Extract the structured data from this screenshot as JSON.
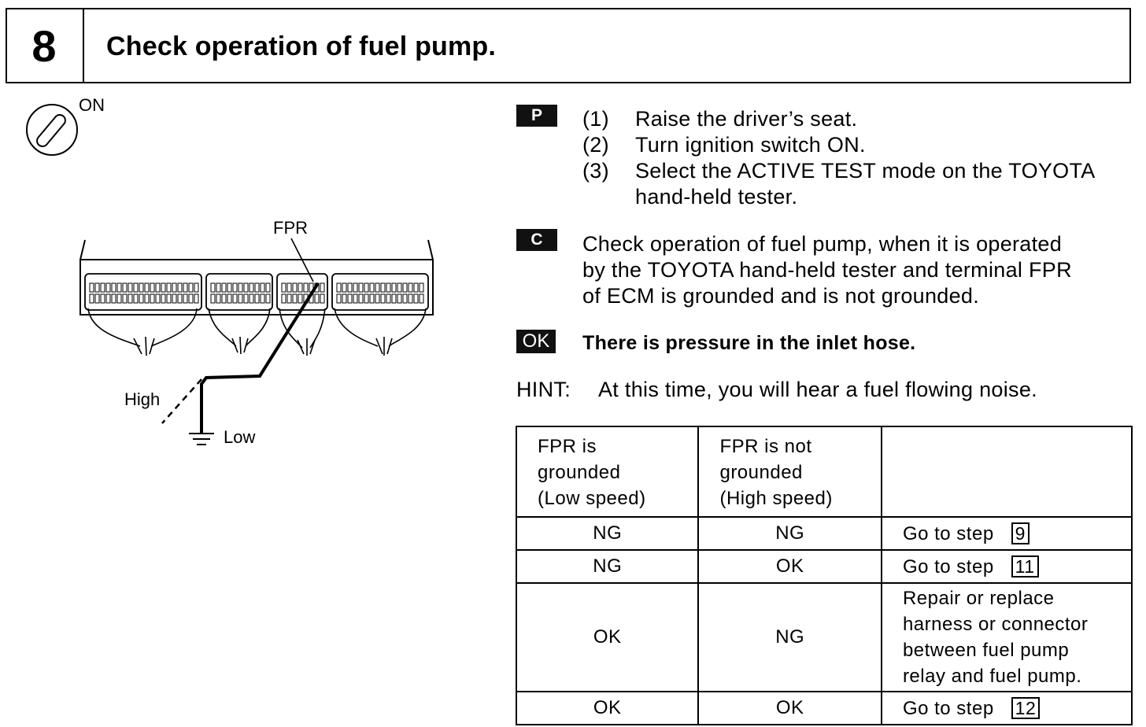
{
  "header": {
    "step_number": "8",
    "title": "Check operation of fuel pump."
  },
  "diagram": {
    "ignition_label": "ON",
    "fpr_label": "FPR",
    "high_label": "High",
    "low_label": "Low"
  },
  "instructions": {
    "p_tag": "P",
    "steps": [
      {
        "num": "(1)",
        "text": "Raise the driver’s seat."
      },
      {
        "num": "(2)",
        "text": "Turn ignition switch ON."
      },
      {
        "num": "(3)",
        "text": "Select the ACTIVE TEST mode on the TOYOTA"
      },
      {
        "num": "",
        "text": "hand-held tester."
      }
    ],
    "c_tag": "C",
    "check_lines": [
      "Check operation of fuel pump, when it is operated",
      "by the TOYOTA hand-held tester and terminal FPR",
      "of ECM is grounded and is not grounded."
    ],
    "ok_tag": "OK",
    "ok_text": "There is pressure in the inlet hose.",
    "hint_label": "HINT:",
    "hint_text": "At this time, you will hear a fuel flowing noise."
  },
  "table": {
    "headers": [
      [
        "FPR is",
        "grounded",
        "(Low speed)"
      ],
      [
        "FPR is not",
        "grounded",
        "(High speed)"
      ],
      [
        "",
        "",
        ""
      ]
    ],
    "rows": [
      {
        "low": "NG",
        "high": "NG",
        "result": [
          "Go to step"
        ],
        "step": "9"
      },
      {
        "low": "NG",
        "high": "OK",
        "result": [
          "Go to step"
        ],
        "step": "11"
      },
      {
        "low": "OK",
        "high": "NG",
        "result": [
          "Repair or replace",
          "harness or connector",
          "between fuel pump",
          "relay and fuel pump."
        ],
        "step": ""
      },
      {
        "low": "OK",
        "high": "OK",
        "result": [
          "Go to step"
        ],
        "step": "12"
      }
    ]
  }
}
